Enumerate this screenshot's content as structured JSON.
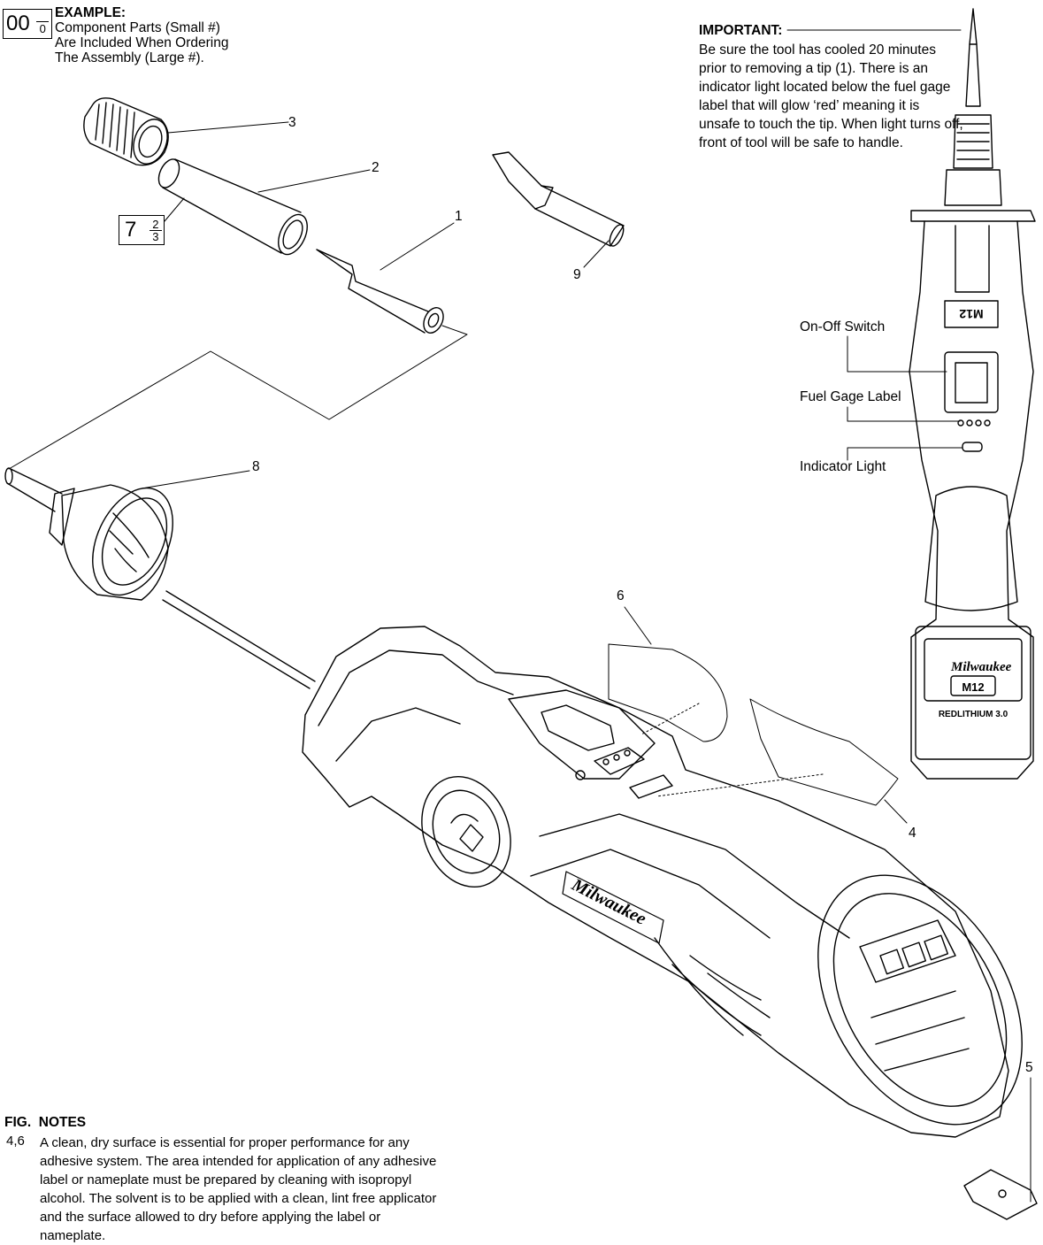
{
  "example": {
    "big_num": "00",
    "small_num": "0",
    "title": "EXAMPLE:",
    "line1": "Component Parts (Small #)",
    "line2": "Are Included When Ordering",
    "line3": "The Assembly (Large #)."
  },
  "important": {
    "title": "IMPORTANT:",
    "body": "Be sure the tool has cooled 20 minutes prior to removing a tip (1). There is an indicator light located below the fuel gage label that will glow ‘red’ meaning it is unsafe to touch the tip. When light turns off, front of tool will be safe to handle."
  },
  "callouts": {
    "on_off": "On-Off Switch",
    "fuel_gage": "Fuel Gage Label",
    "indicator": "Indicator Light"
  },
  "parts": {
    "p1": "1",
    "p2": "2",
    "p3": "3",
    "p4": "4",
    "p5": "5",
    "p6": "6",
    "p8": "8",
    "p9": "9"
  },
  "assembly_box": {
    "big": "7",
    "small_top": "2",
    "small_bottom": "3"
  },
  "branding": {
    "tool_brand": "Milwaukee",
    "battery_model": "M12",
    "battery_line": "REDLITHIUM 3.0",
    "handle_model": "M12"
  },
  "notes": {
    "heading": "FIG.  NOTES",
    "ref": "4,6",
    "text": "A clean, dry surface is essential for proper performance for any adhesive system. The area intended for application of any adhesive label or nameplate must be prepared by cleaning with isopropyl alcohol. The solvent is to be applied with a clean, lint free applicator and the surface allowed to dry before applying the label or nameplate."
  }
}
